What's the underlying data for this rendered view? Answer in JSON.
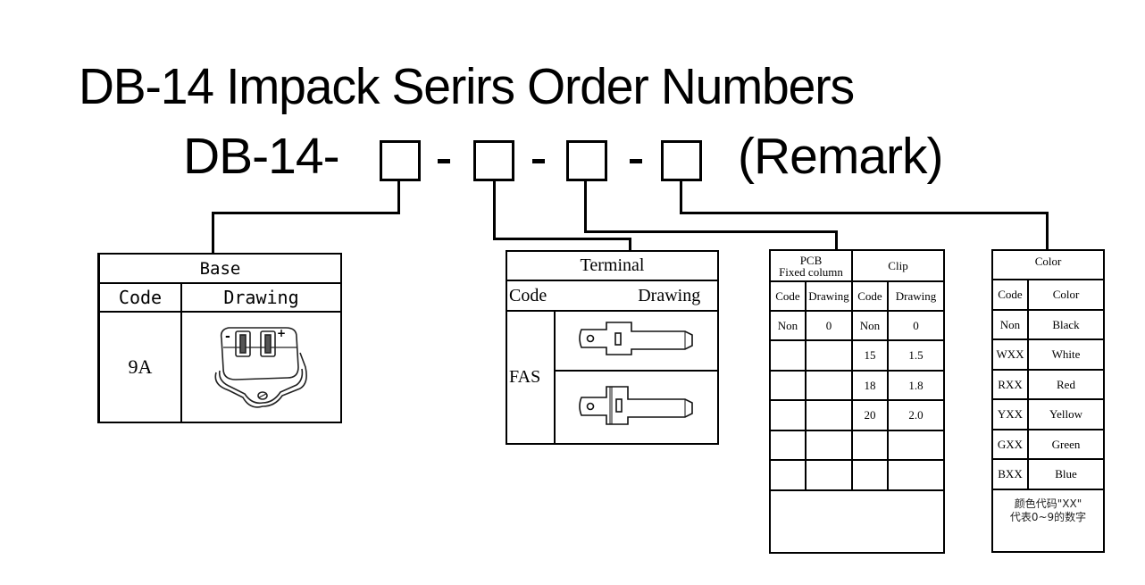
{
  "title": "DB-14 Impack Serirs Order Numbers",
  "part_number": {
    "prefix": "DB-14-",
    "separator": "-",
    "slot_count": 4,
    "suffix": "(Remark)"
  },
  "base_table": {
    "title": "Base",
    "headers": [
      "Code",
      "Drawing"
    ],
    "rows": [
      {
        "code": "9A",
        "drawing": "base-connector-drawing"
      }
    ],
    "drawing_marks": {
      "minus": "-",
      "plus": "+"
    }
  },
  "terminal_table": {
    "title": "Terminal",
    "headers": [
      "Code",
      "Drawing"
    ],
    "rows": [
      {
        "code": "FAS",
        "drawings": [
          "terminal-flat-drawing",
          "terminal-insulated-drawing"
        ]
      }
    ]
  },
  "pcb_clip_table": {
    "group_headers": [
      "PCB\nFixed column",
      "Clip"
    ],
    "pcb_title_lines": [
      "PCB",
      "Fixed column"
    ],
    "clip_title": "Clip",
    "headers": [
      "Code",
      "Drawing",
      "Code",
      "Drawing"
    ],
    "rows": [
      [
        "Non",
        "0",
        "Non",
        "0"
      ],
      [
        "",
        "",
        "15",
        "1.5"
      ],
      [
        "",
        "",
        "18",
        "1.8"
      ],
      [
        "",
        "",
        "20",
        "2.0"
      ],
      [
        "",
        "",
        "",
        ""
      ],
      [
        "",
        "",
        "",
        ""
      ]
    ]
  },
  "color_table": {
    "title": "Color",
    "headers": [
      "Code",
      "Color"
    ],
    "rows": [
      [
        "Non",
        "Black"
      ],
      [
        "WXX",
        "White"
      ],
      [
        "RXX",
        "Red"
      ],
      [
        "YXX",
        "Yellow"
      ],
      [
        "GXX",
        "Green"
      ],
      [
        "BXX",
        "Blue"
      ]
    ],
    "note_lines": [
      "颜色代码\"XX\"",
      "代表0~9的数字"
    ]
  },
  "colors": {
    "line": "#000000",
    "background": "#ffffff",
    "drawing_gray": "#888888"
  }
}
